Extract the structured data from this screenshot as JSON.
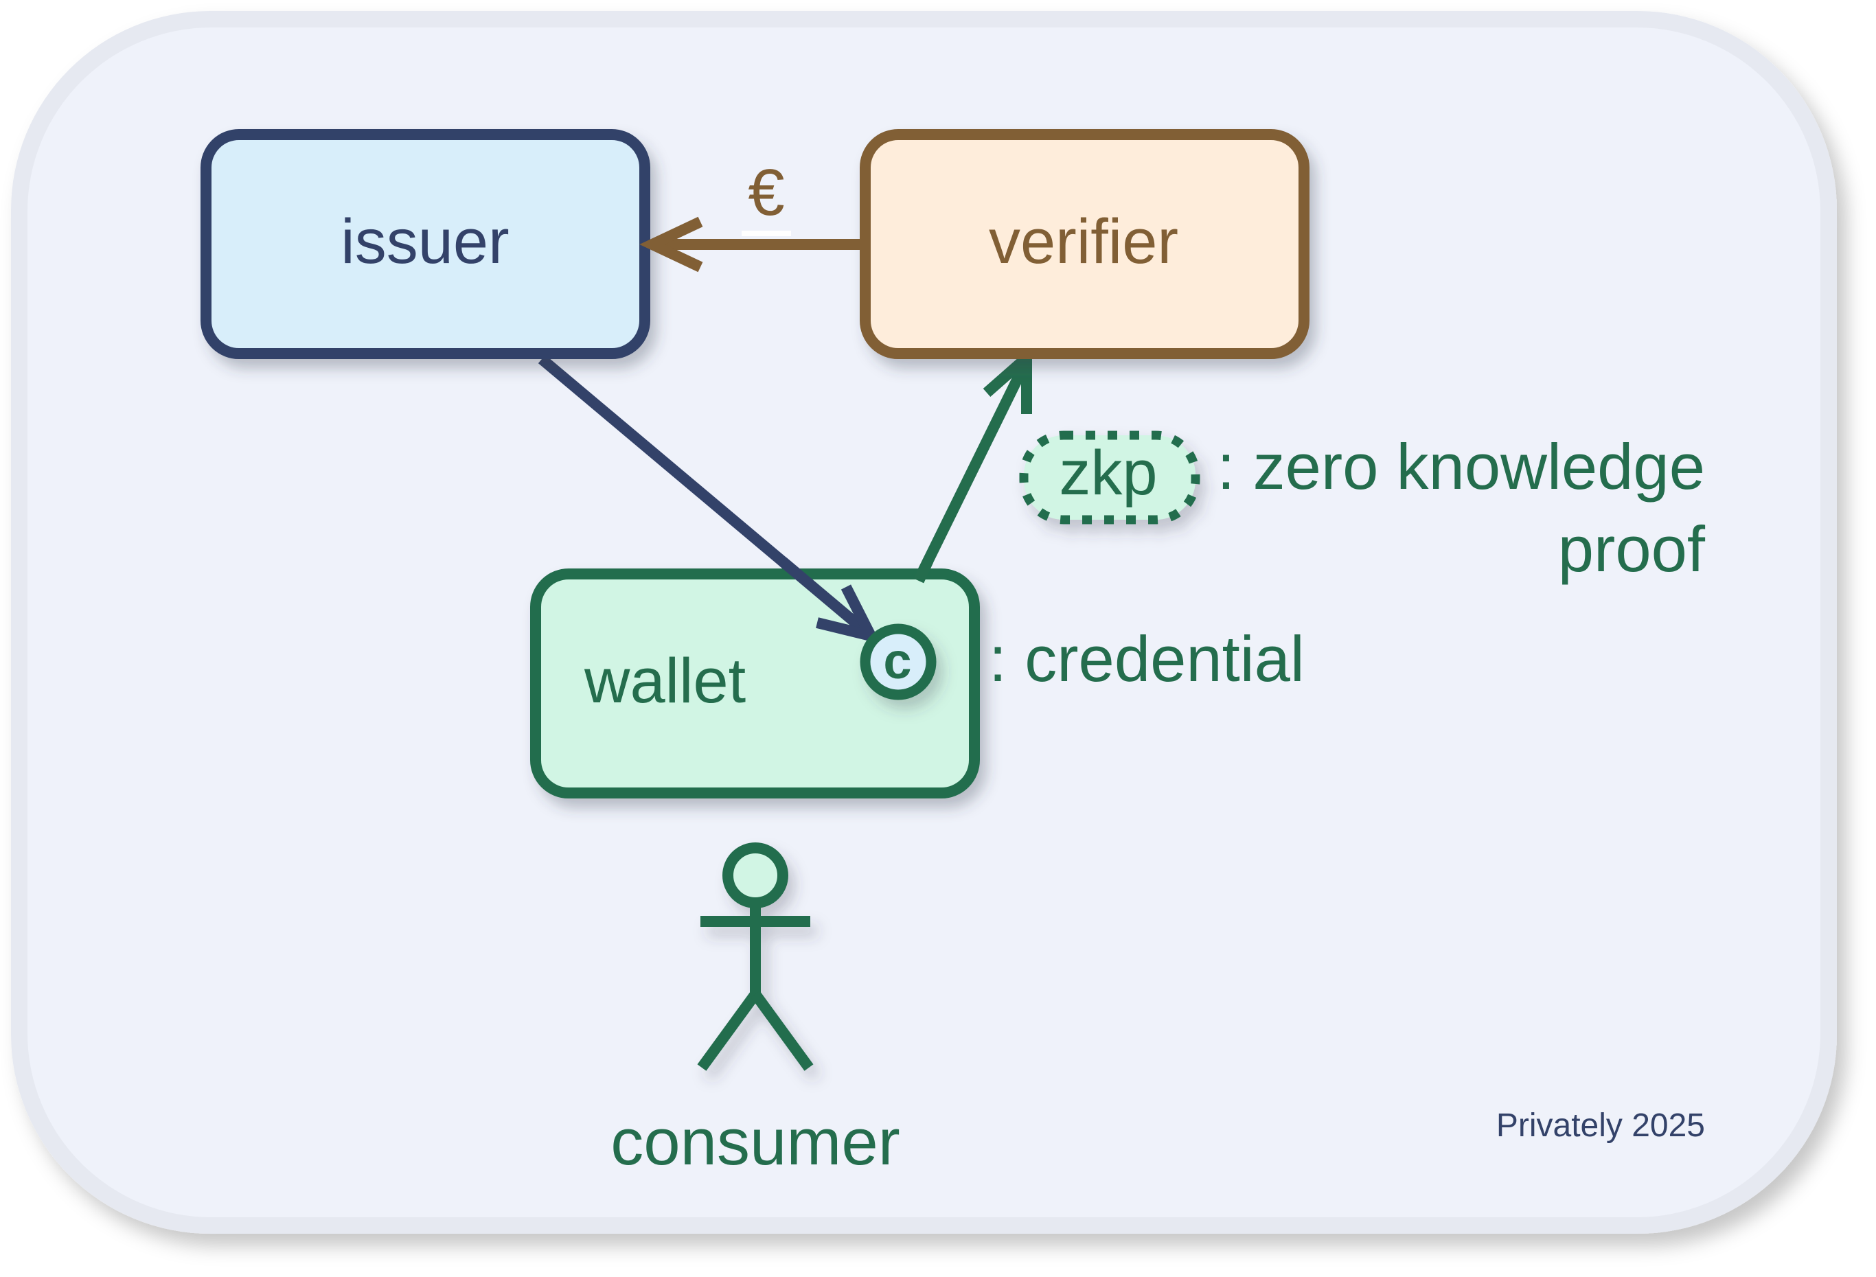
{
  "colors": {
    "page_bg": "#ffffff",
    "frame_border": "#e6e9f1",
    "frame_fill": "#eff2fa",
    "issuer_stroke": "#334269",
    "issuer_fill": "#d8eefa",
    "verifier_stroke": "#815f35",
    "verifier_fill": "#feeddb",
    "wallet_stroke": "#246d4d",
    "wallet_fill": "#d1f5e4",
    "credential_fill": "#d8eefa",
    "footer_text": "#334269"
  },
  "nodes": {
    "issuer": {
      "label": "issuer"
    },
    "verifier": {
      "label": "verifier"
    },
    "wallet": {
      "label": "wallet"
    },
    "consumer": {
      "label": "consumer"
    }
  },
  "edges": [
    {
      "from": "verifier",
      "to": "issuer",
      "label": "€"
    },
    {
      "from": "issuer",
      "to": "credential",
      "label": ""
    },
    {
      "from": "wallet",
      "to": "verifier",
      "label": ""
    }
  ],
  "credential": {
    "symbol": "c"
  },
  "legend": {
    "credential_text": ": credential",
    "zkp_badge": "zkp",
    "zkp_line1": ": zero knowledge",
    "zkp_line2": "proof"
  },
  "footer": {
    "text": "Privately 2025"
  }
}
